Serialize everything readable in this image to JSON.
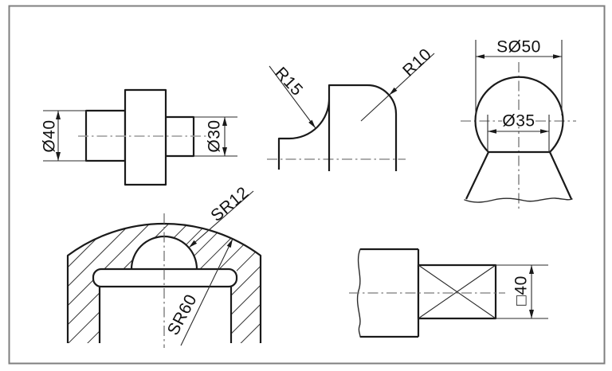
{
  "sheet": {
    "background_color": "#ffffff",
    "border_color": "#7f7f7f",
    "ink_color": "#1a1a1a",
    "centerline_color": "#777777"
  },
  "figures": {
    "stepped_shaft": {
      "dims": {
        "d40": "Ø40",
        "d30": "Ø30"
      }
    },
    "filleted_profile": {
      "dims": {
        "r15": "R15",
        "r10": "R10"
      }
    },
    "sphere_knob": {
      "dims": {
        "sd50": "SØ50",
        "d35": "Ø35"
      }
    },
    "ball_socket": {
      "dims": {
        "sr12": "SR12",
        "sr60": "SR60"
      }
    },
    "square_shaft": {
      "dims": {
        "sq40": "□40"
      }
    }
  }
}
